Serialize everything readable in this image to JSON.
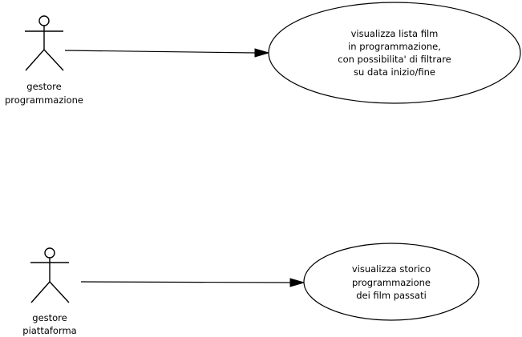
{
  "actors": [
    {
      "name_lines": [
        "gestore",
        "programmazione"
      ]
    },
    {
      "name_lines": [
        "gestore",
        "piattaforma"
      ]
    }
  ],
  "use_cases": [
    {
      "text_lines": [
        "visualizza lista film",
        "in programmazione,",
        "con possibilita' di filtrare",
        "su data inizio/fine"
      ]
    },
    {
      "text_lines": [
        "visualizza storico",
        "programmazione",
        "dei film passati"
      ]
    }
  ]
}
